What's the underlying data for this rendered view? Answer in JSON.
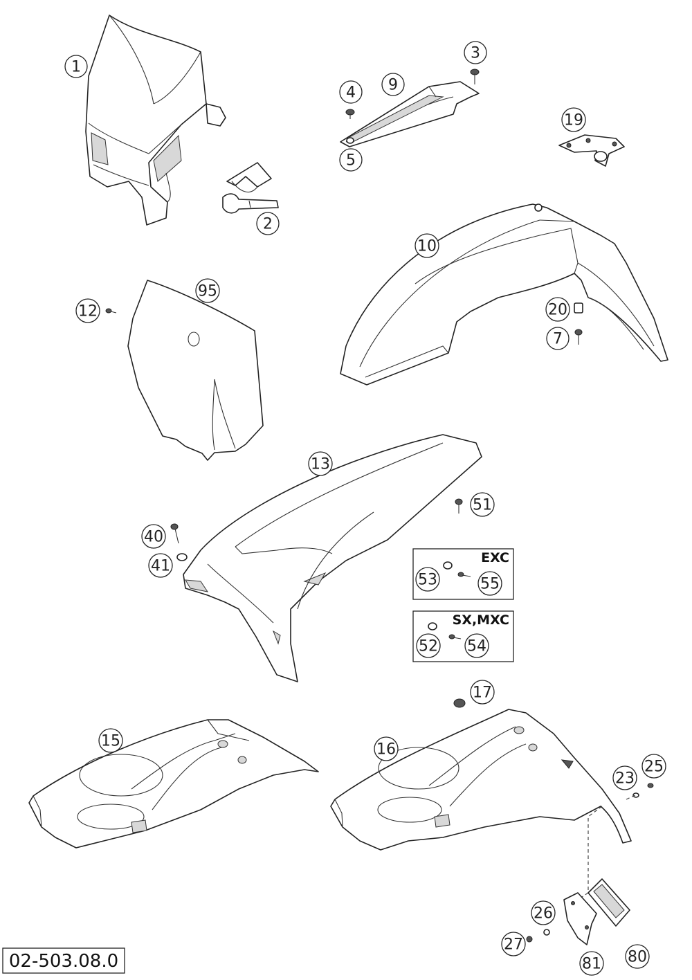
{
  "drawing_number": "02-503.08.0",
  "callouts": [
    {
      "id": "c1",
      "label": "1"
    },
    {
      "id": "c2",
      "label": "2"
    },
    {
      "id": "c3",
      "label": "3"
    },
    {
      "id": "c4",
      "label": "4"
    },
    {
      "id": "c5",
      "label": "5"
    },
    {
      "id": "c9",
      "label": "9"
    },
    {
      "id": "c19",
      "label": "19"
    },
    {
      "id": "c10",
      "label": "10"
    },
    {
      "id": "c95",
      "label": "95"
    },
    {
      "id": "c12",
      "label": "12"
    },
    {
      "id": "c20",
      "label": "20"
    },
    {
      "id": "c7",
      "label": "7"
    },
    {
      "id": "c13",
      "label": "13"
    },
    {
      "id": "c51",
      "label": "51"
    },
    {
      "id": "c40",
      "label": "40"
    },
    {
      "id": "c41",
      "label": "41"
    },
    {
      "id": "c53",
      "label": "53"
    },
    {
      "id": "c55",
      "label": "55"
    },
    {
      "id": "c52",
      "label": "52"
    },
    {
      "id": "c54",
      "label": "54"
    },
    {
      "id": "c17",
      "label": "17"
    },
    {
      "id": "c15",
      "label": "15"
    },
    {
      "id": "c16",
      "label": "16"
    },
    {
      "id": "c23",
      "label": "23"
    },
    {
      "id": "c25",
      "label": "25"
    },
    {
      "id": "c26",
      "label": "26"
    },
    {
      "id": "c27",
      "label": "27"
    },
    {
      "id": "c81",
      "label": "81"
    },
    {
      "id": "c80",
      "label": "80"
    }
  ],
  "variant_boxes": {
    "exc": {
      "label": "EXC"
    },
    "sx_mxc": {
      "label": "SX,MXC"
    }
  }
}
